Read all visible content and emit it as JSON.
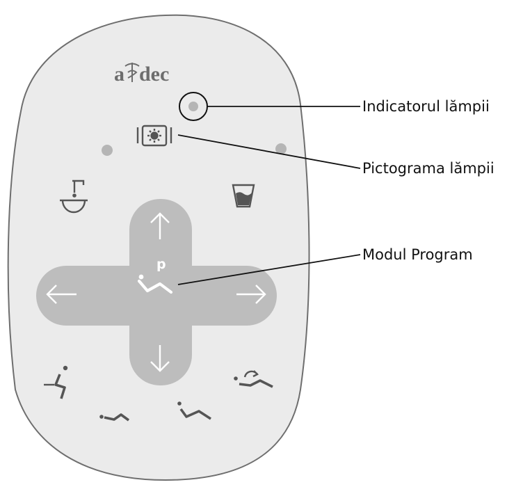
{
  "brand": {
    "text_left": "a",
    "text_right": "dec",
    "logo_icon": "caduceus-icon"
  },
  "colors": {
    "panel": "#ebebeb",
    "panel_border": "#6e6e6e",
    "dpad": "#bdbdbd",
    "icon": "#555555",
    "led": "#b5b5b5"
  },
  "controls": {
    "dpad": {
      "center_mark": "p"
    }
  },
  "callouts": {
    "lamp_indicator": "Indicatorul lămpii",
    "lamp_icon": "Pictograma lămpii",
    "program_mode": "Modul Program"
  }
}
